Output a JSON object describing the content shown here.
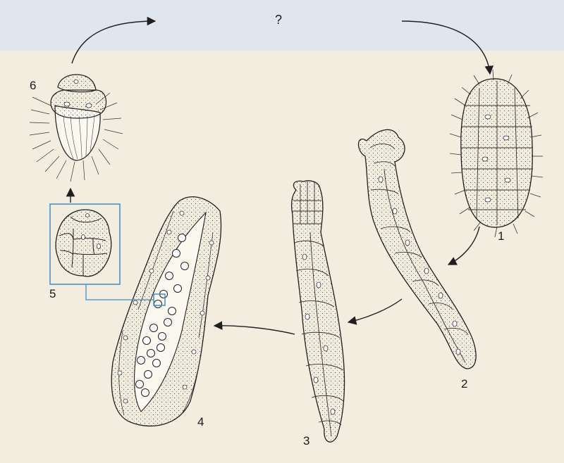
{
  "diagram": {
    "question_mark": "?",
    "stage_labels": [
      "1",
      "2",
      "3",
      "4",
      "5",
      "6"
    ]
  },
  "colors": {
    "background": "#f3ede0",
    "top_band": "#dfe6ee",
    "outline": "#1f1f1f",
    "cell_fill": "#f6f3ec",
    "highlight_box": "#3d8fc4"
  }
}
